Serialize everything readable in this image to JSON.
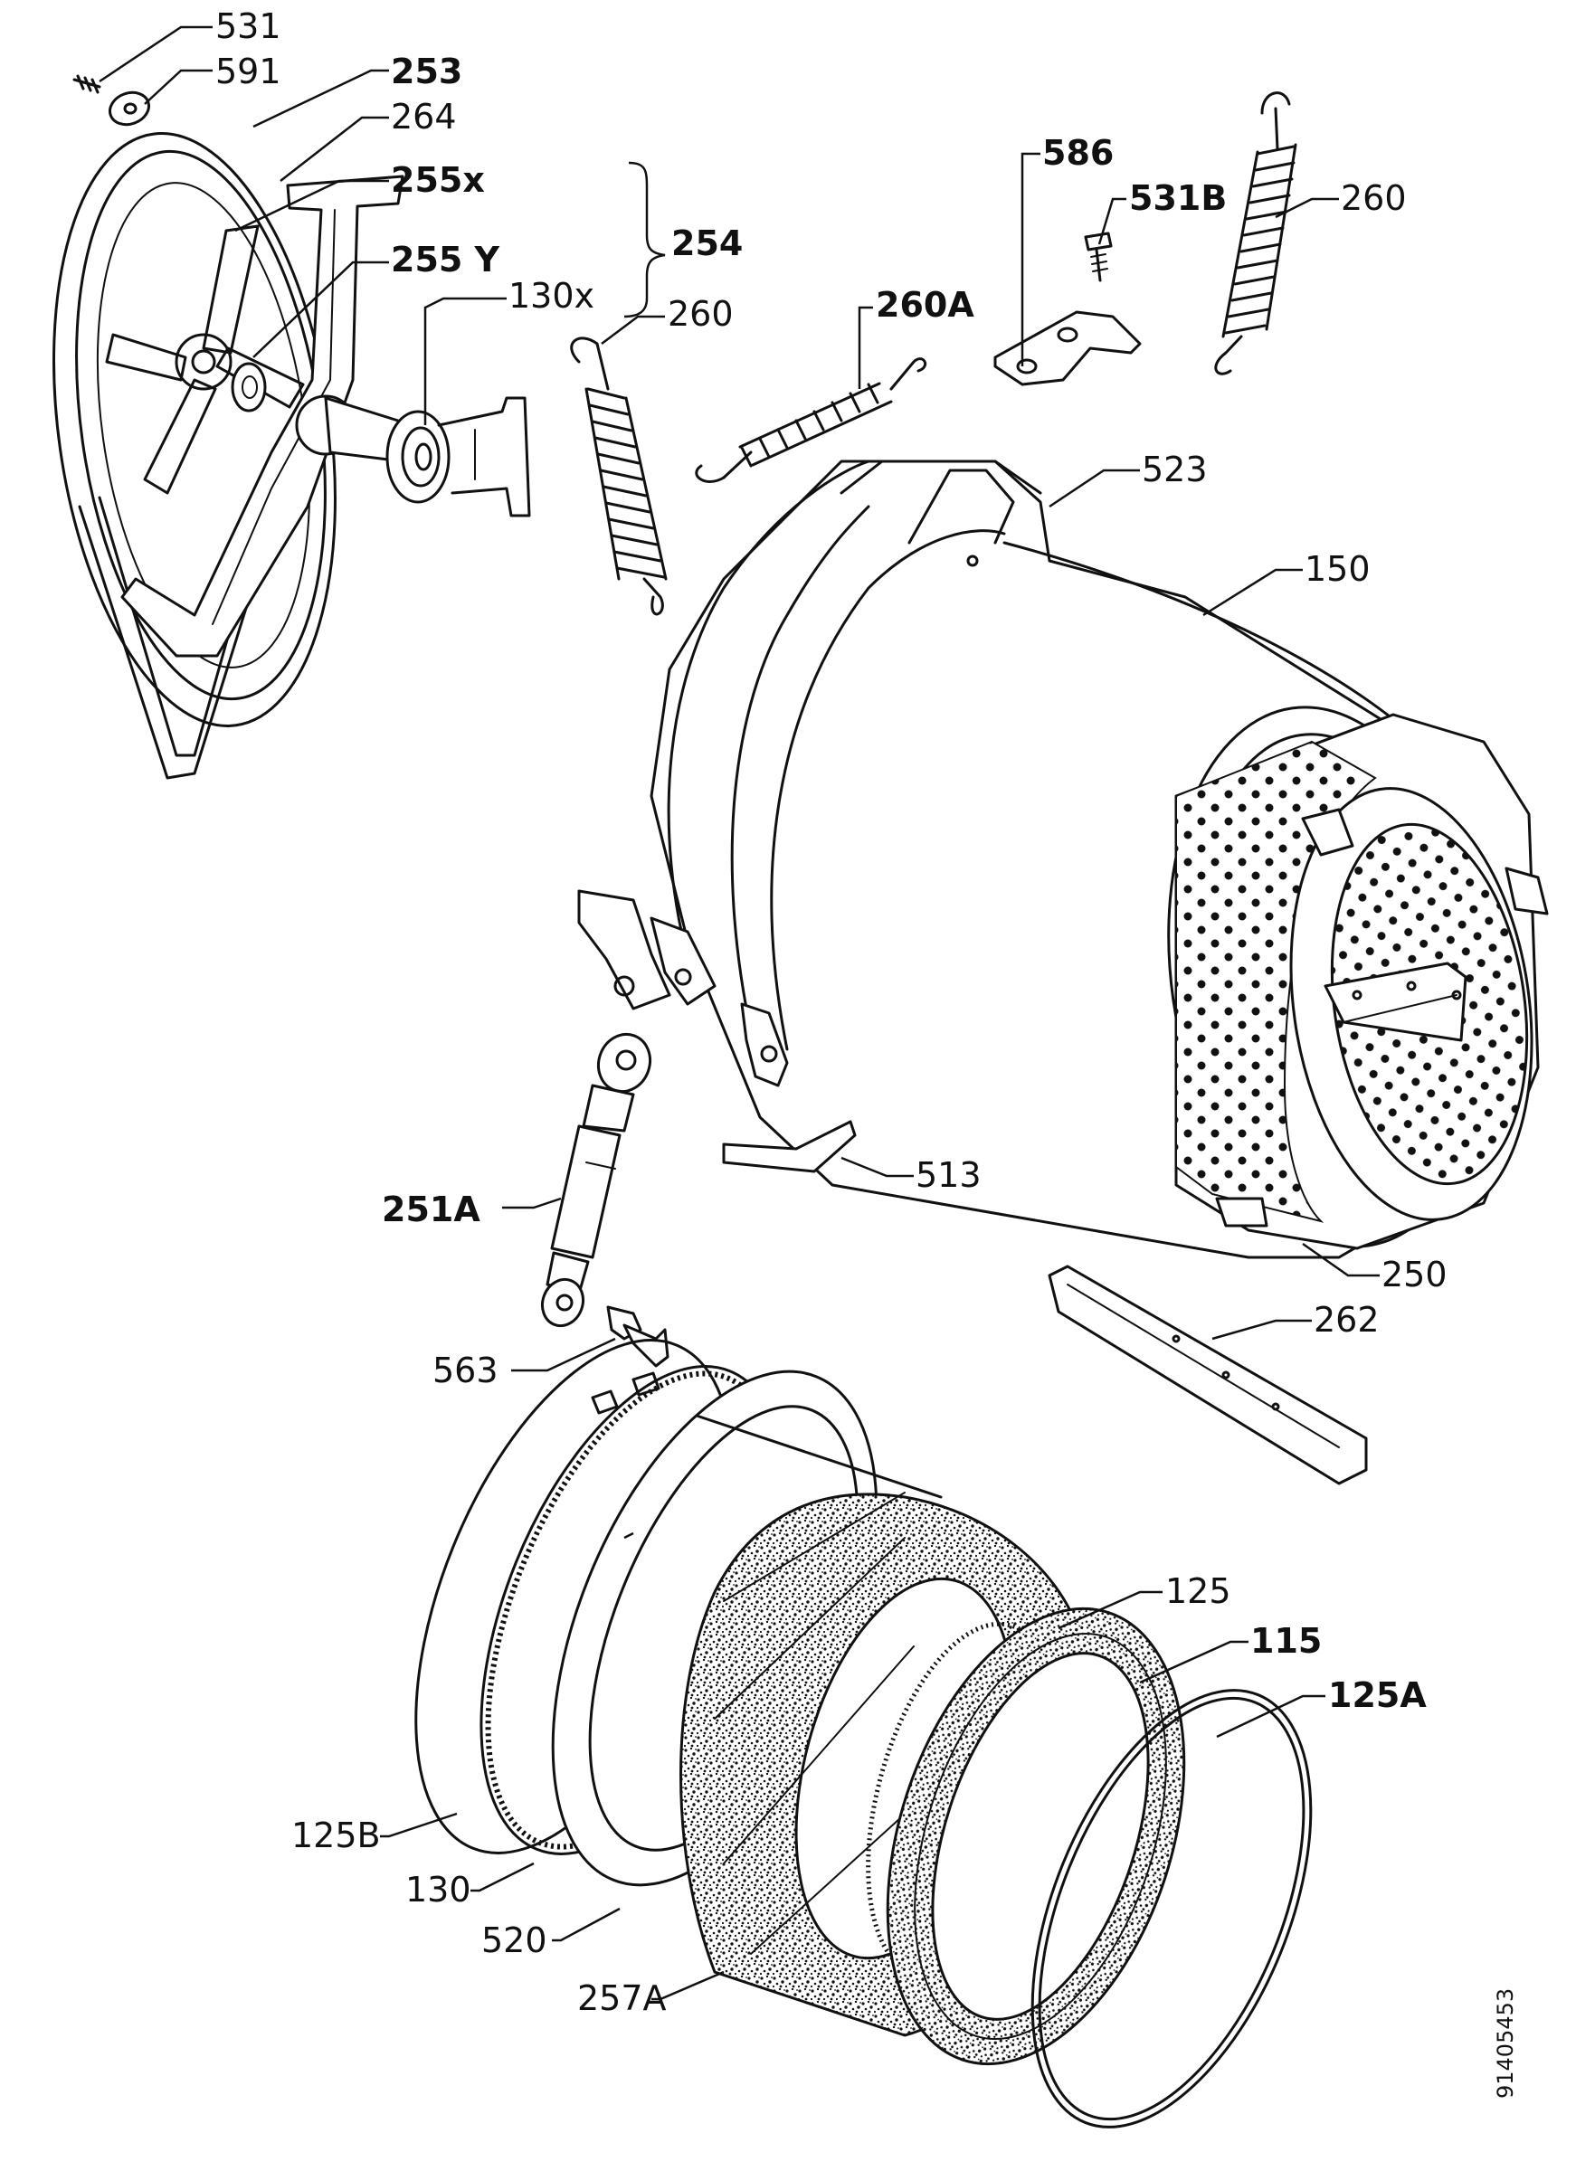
{
  "labels": {
    "l531": "531",
    "l591": "591",
    "l253": "253",
    "l264": "264",
    "l255x": "255x",
    "l254": "254",
    "l255y": "255 Y",
    "l130x": "130x",
    "l260a": "260",
    "l260A": "260A",
    "l586": "586",
    "l531B": "531B",
    "l260b": "260",
    "l523": "523",
    "l150": "150",
    "l251A": "251A",
    "l513": "513",
    "l250": "250",
    "l262": "262",
    "l563": "563",
    "l125": "125",
    "l115": "115",
    "l125A": "125A",
    "l125B": "125B",
    "l130": "130",
    "l520": "520",
    "l257A": "257A"
  },
  "document_number": "91405453"
}
